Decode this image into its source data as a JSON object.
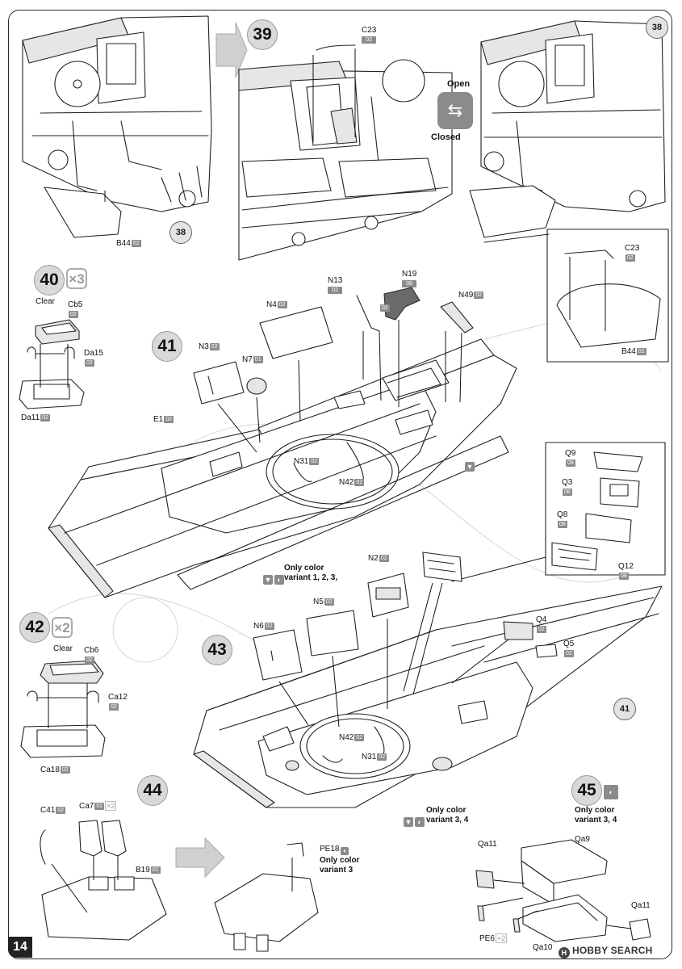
{
  "page": {
    "number": "14"
  },
  "steps": {
    "s38_ref_a": "38",
    "s38_ref_b": "38",
    "s39": "39",
    "s40": "40",
    "s40_mult": "×3",
    "s41": "41",
    "s41_ref": "41",
    "s42": "42",
    "s42_mult": "×2",
    "s43": "43",
    "s44": "44",
    "s45": "45"
  },
  "open_closed": {
    "open": "Open",
    "closed": "Closed"
  },
  "parts": {
    "c23_a": {
      "name": "C23",
      "code": "02"
    },
    "c23_b": {
      "name": "C23",
      "code": "02"
    },
    "b44_a": {
      "name": "B44",
      "code": "02"
    },
    "b44_b": {
      "name": "B44",
      "code": "02"
    },
    "cb5": {
      "name": "Cb5",
      "code": "02"
    },
    "da15": {
      "name": "Da15",
      "code": "02"
    },
    "da11": {
      "name": "Da11",
      "code": "02"
    },
    "n13": {
      "name": "N13",
      "code": "02"
    },
    "n19": {
      "name": "N19",
      "code": "08"
    },
    "n19_sub": {
      "name": "",
      "code": "02"
    },
    "n49": {
      "name": "N49",
      "code": "02"
    },
    "n4": {
      "name": "N4",
      "code": "02"
    },
    "n3": {
      "name": "N3",
      "code": "02"
    },
    "n7": {
      "name": "N7",
      "code": "01"
    },
    "e1": {
      "name": "E1",
      "code": "02"
    },
    "n31_a": {
      "name": "N31",
      "code": "02"
    },
    "n42_a": {
      "name": "N42",
      "code": "02"
    },
    "q9": {
      "name": "Q9",
      "code": "08"
    },
    "q3": {
      "name": "Q3",
      "code": "08"
    },
    "q8": {
      "name": "Q8",
      "code": "08"
    },
    "q12": {
      "name": "Q12",
      "code": "08"
    },
    "n2": {
      "name": "N2",
      "code": "02"
    },
    "n5": {
      "name": "N5",
      "code": "02"
    },
    "n6": {
      "name": "N6",
      "code": "02"
    },
    "q4": {
      "name": "Q4",
      "code": "02"
    },
    "q5": {
      "name": "Q5",
      "code": "02"
    },
    "cb6": {
      "name": "Cb6",
      "code": "02"
    },
    "ca12": {
      "name": "Ca12",
      "code": "02"
    },
    "ca18": {
      "name": "Ca18",
      "code": "02"
    },
    "n42_b": {
      "name": "N42",
      "code": "02"
    },
    "n31_b": {
      "name": "N31",
      "code": "02"
    },
    "c41": {
      "name": "C41",
      "code": "02"
    },
    "ca7": {
      "name": "Ca7",
      "code": "02"
    },
    "ca7_mult": "2",
    "b19": {
      "name": "B19",
      "code": "02"
    },
    "pe18": {
      "name": "PE18",
      "code": ""
    },
    "qa11_a": {
      "name": "Qa11",
      "code": ""
    },
    "qa9": {
      "name": "Qa9",
      "code": ""
    },
    "qa11_b": {
      "name": "Qa11",
      "code": ""
    },
    "pe6": {
      "name": "PE6",
      "code": ""
    },
    "pe6_mult": "2",
    "qa10": {
      "name": "Qa10",
      "code": ""
    }
  },
  "clear_labels": {
    "s40": "Clear",
    "s42": "Clear"
  },
  "notes": {
    "variant_123": "Only color\nvariant 1, 2, 3,",
    "variant_34_a": "Only color\nvariant 3, 4",
    "variant_3": "Only color\nvariant 3",
    "variant_34_b": "Only color\nvariant 3, 4"
  },
  "watermark": "HOBBY SEARCH",
  "watermark_logo": "H",
  "icons": {
    "open_closed": "swap-arrows-icon",
    "color_option": "color-palette-icon"
  },
  "colors": {
    "step_circle": "#d9d9d9",
    "code_badge": "#8c8c8c",
    "line": "#222222"
  }
}
